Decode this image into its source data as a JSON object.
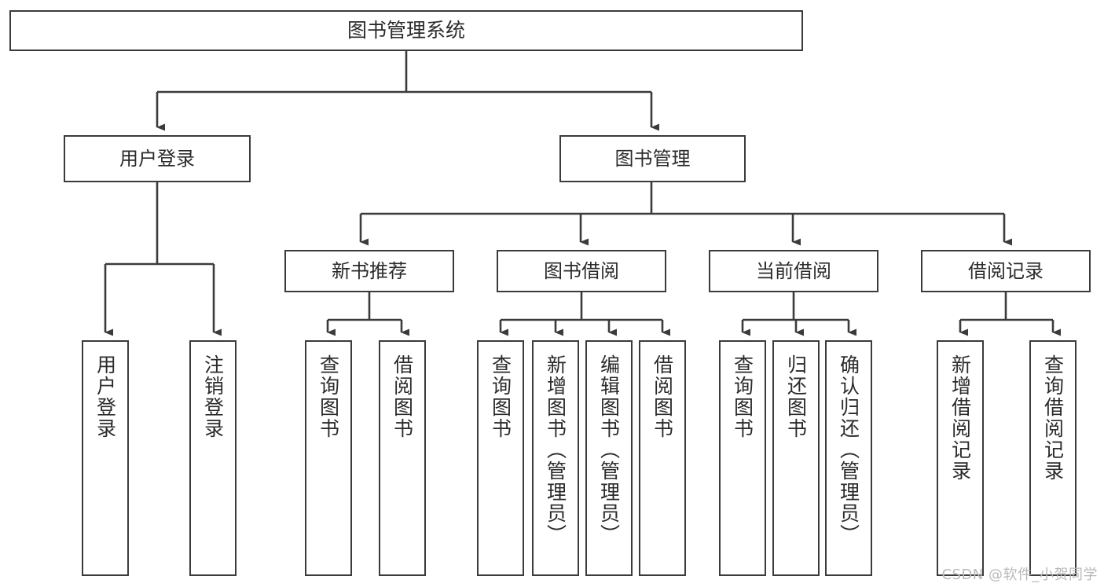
{
  "diagram": {
    "type": "tree",
    "title": "图书管理系统",
    "stroke_color": "#3b3b3b",
    "fill_color": "#ffffff",
    "text_color": "#2b2b2b",
    "watermark": "CSDN @软件_小贺同学",
    "nodes": {
      "root": {
        "label": "图书管理系统"
      },
      "level2": [
        {
          "id": "user-login",
          "label": "用户登录"
        },
        {
          "id": "book-manage",
          "label": "图书管理"
        }
      ],
      "level3": [
        {
          "id": "new-book-recommend",
          "label": "新书推荐"
        },
        {
          "id": "book-borrow",
          "label": "图书借阅"
        },
        {
          "id": "current-borrow",
          "label": "当前借阅"
        },
        {
          "id": "borrow-record",
          "label": "借阅记录"
        }
      ],
      "leaves": {
        "user_login": [
          {
            "id": "leaf-user-login",
            "label": "用户登录"
          },
          {
            "id": "leaf-logout-login",
            "label": "注销登录"
          }
        ],
        "new_book_recommend": [
          {
            "id": "leaf-query-book-1",
            "label": "查询图书"
          },
          {
            "id": "leaf-borrow-book-1",
            "label": "借阅图书"
          }
        ],
        "book_borrow": [
          {
            "id": "leaf-query-book-2",
            "label": "查询图书"
          },
          {
            "id": "leaf-add-book",
            "label": "新增图书（管理员）"
          },
          {
            "id": "leaf-edit-book",
            "label": "编辑图书（管理员）"
          },
          {
            "id": "leaf-borrow-book-2",
            "label": "借阅图书"
          }
        ],
        "current_borrow": [
          {
            "id": "leaf-query-book-3",
            "label": "查询图书"
          },
          {
            "id": "leaf-return-book",
            "label": "归还图书"
          },
          {
            "id": "leaf-confirm-return",
            "label": "确认归还（管理员）"
          }
        ],
        "borrow_record": [
          {
            "id": "leaf-add-record",
            "label": "新增借阅记录"
          },
          {
            "id": "leaf-query-record",
            "label": "查询借阅记录"
          }
        ]
      }
    }
  }
}
